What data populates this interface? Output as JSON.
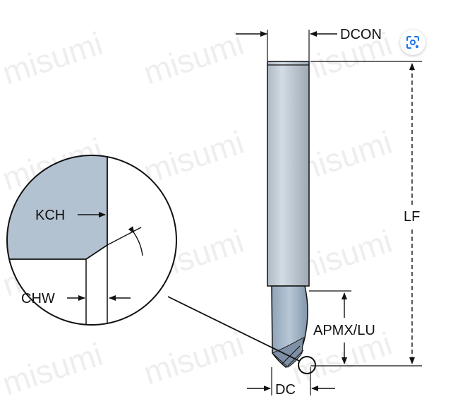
{
  "labels": {
    "dcon": "DCON",
    "lf": "LF",
    "apmx_lu": "APMX/LU",
    "dc": "DC",
    "kch": "KCH",
    "chw": "CHW"
  },
  "watermark": {
    "text": "misumi"
  },
  "lens_button": {
    "icon": "visual-search-icon"
  },
  "colors": {
    "tool_body": "#c0cad4",
    "tool_shadow": "#9aa6b2",
    "cutting_edge": "#9fb3c6",
    "detail_fill": "#b3c2d1",
    "line": "#111111",
    "lens_icon": "#1a73e8"
  }
}
